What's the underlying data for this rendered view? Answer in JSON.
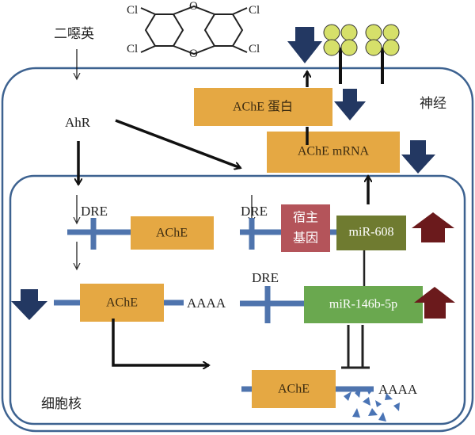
{
  "labels": {
    "dioxin": "二噁英",
    "ahr": "AhR",
    "neuron": "神经",
    "nucleus": "细胞核",
    "dre": "DRE",
    "ache": "AChE",
    "ache_protein": "AChE 蛋白",
    "ache_mrna": "AChE mRNA",
    "host_gene_line1": "宿主",
    "host_gene_line2": "基因",
    "mir608": "miR-608",
    "mir146": "miR-146b-5p",
    "polya": "AAAA",
    "cl": "Cl",
    "o": "O"
  },
  "colors": {
    "box": "#e5a843",
    "gene_line": "#4f74ad",
    "down_arrow": "#233862",
    "up_arrow": "#6b1a1c",
    "host_gene": "#b4545a",
    "mir608": "#6f7b30",
    "mir146": "#6aa84f",
    "membrane": "#3d6290",
    "receptor": "#d6e06a"
  }
}
